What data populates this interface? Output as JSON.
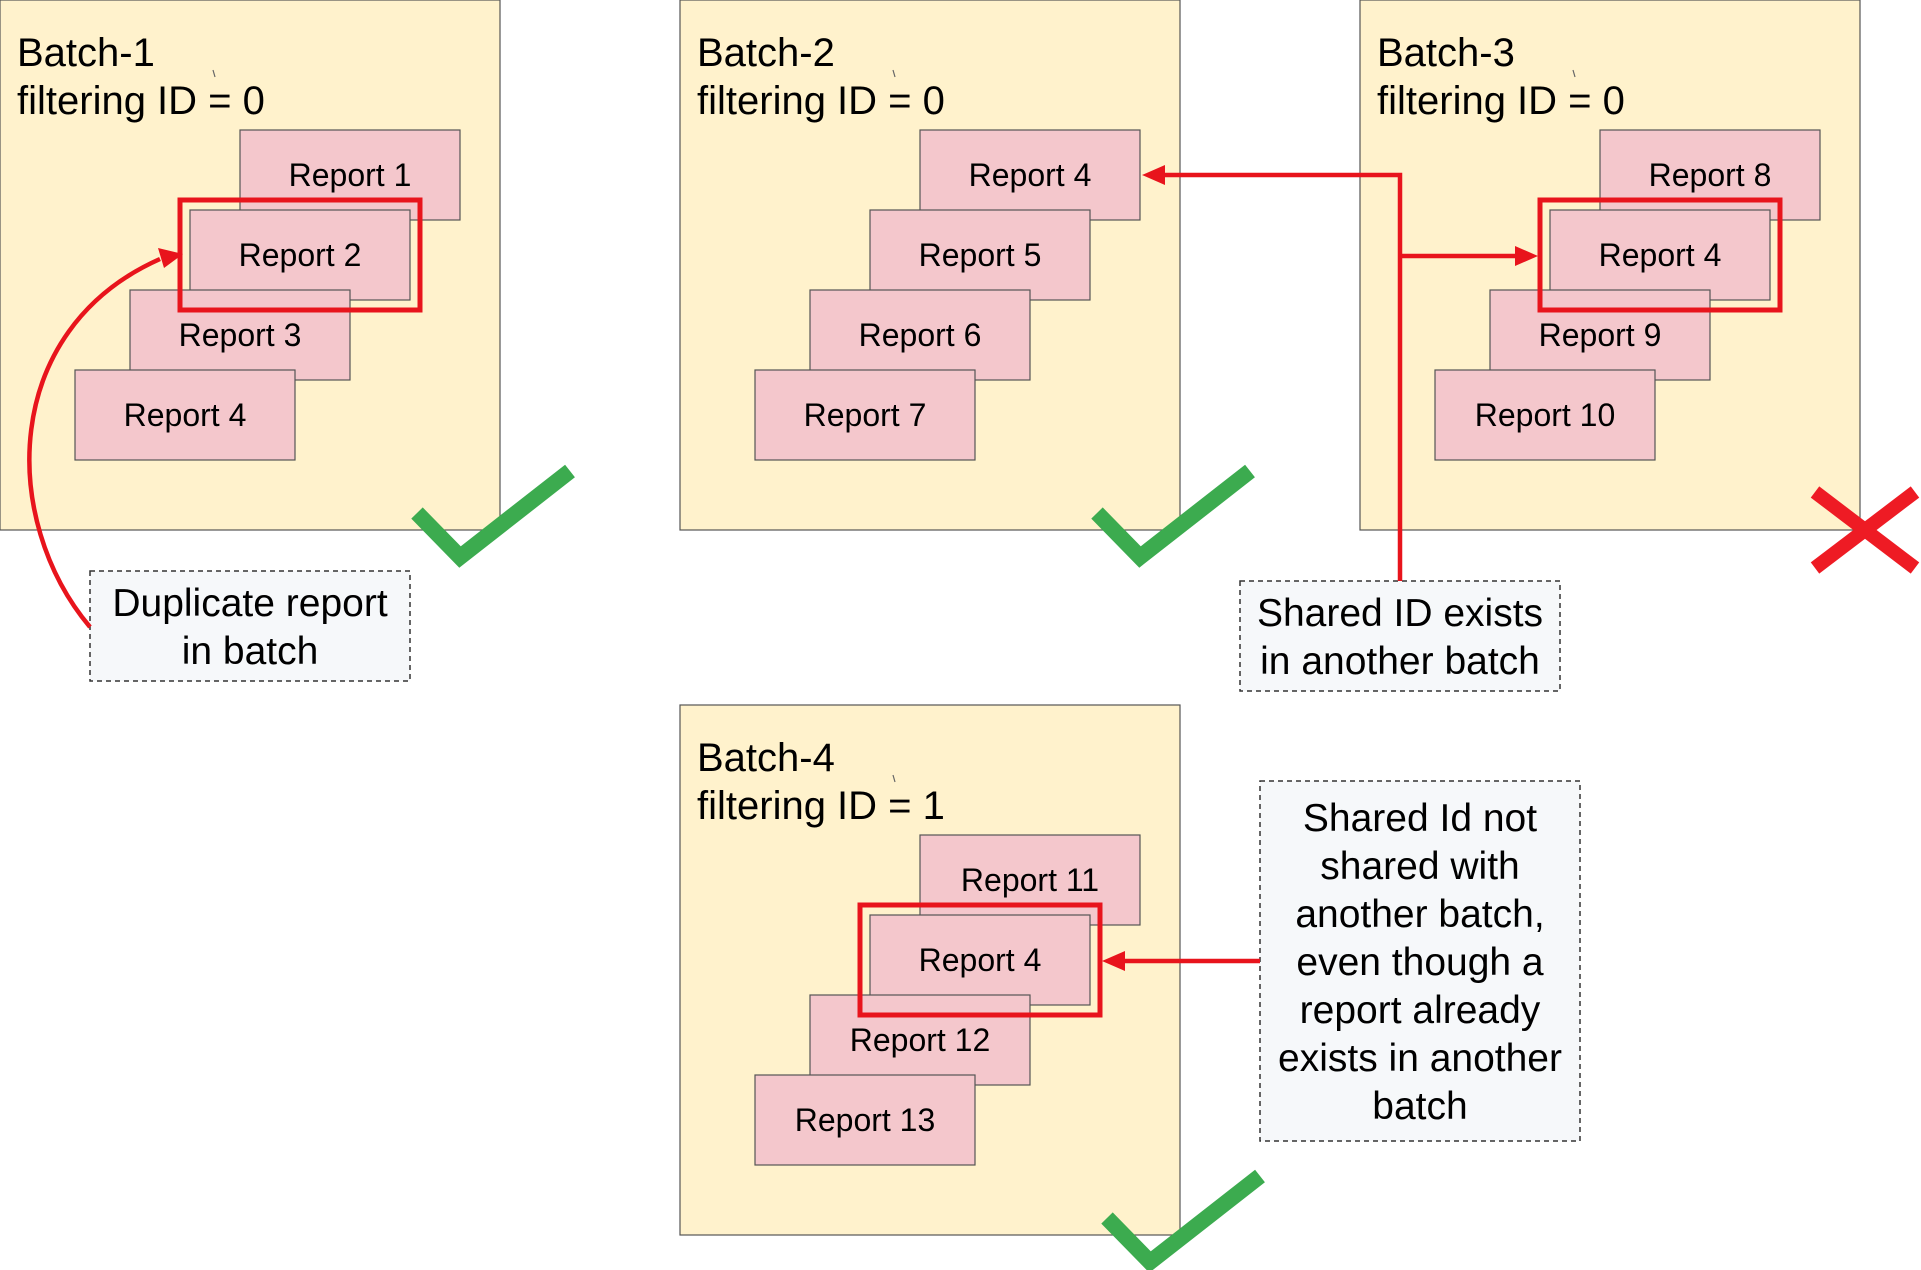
{
  "batches": [
    {
      "id": "batch-1",
      "title": "Batch-1",
      "filter": "filtering ID = 0",
      "reports": [
        "Report 1",
        "Report 2",
        "Report 3",
        "Report 4"
      ],
      "highlighted_report": "Report 2",
      "status": "accepted",
      "status_icon": "check-icon"
    },
    {
      "id": "batch-2",
      "title": "Batch-2",
      "filter": "filtering ID = 0",
      "reports": [
        "Report 4",
        "Report 5",
        "Report 6",
        "Report 7"
      ],
      "highlighted_report": null,
      "status": "accepted",
      "status_icon": "check-icon"
    },
    {
      "id": "batch-3",
      "title": "Batch-3",
      "filter": "filtering ID = 0",
      "reports": [
        "Report 8",
        "Report 4",
        "Report 9",
        "Report 10"
      ],
      "highlighted_report": "Report 4",
      "status": "rejected",
      "status_icon": "cross-icon"
    },
    {
      "id": "batch-4",
      "title": "Batch-4",
      "filter": "filtering ID = 1",
      "reports": [
        "Report 11",
        "Report 4",
        "Report 12",
        "Report 13"
      ],
      "highlighted_report": "Report 4",
      "status": "accepted",
      "status_icon": "check-icon"
    }
  ],
  "notes": {
    "duplicate": {
      "lines": [
        "Duplicate report",
        "in batch"
      ],
      "points_to": "batch-1: Report 2"
    },
    "shared_id": {
      "lines": [
        "Shared ID exists",
        "in another batch"
      ],
      "points_to": [
        "batch-2: Report 4",
        "batch-3: Report 4"
      ]
    },
    "not_shared": {
      "lines": [
        "Shared Id not",
        "shared with",
        "another batch,",
        "even though a",
        "report already",
        "exists in another",
        "batch"
      ],
      "points_to": "batch-4: Report 4"
    }
  },
  "colors": {
    "batch_fill": "#fff2cc",
    "report_fill": "#f4c7cc",
    "highlight": "#e8141c",
    "check": "#3cab4f",
    "cross": "#ee1b24",
    "note_fill": "#f6f8fa"
  }
}
